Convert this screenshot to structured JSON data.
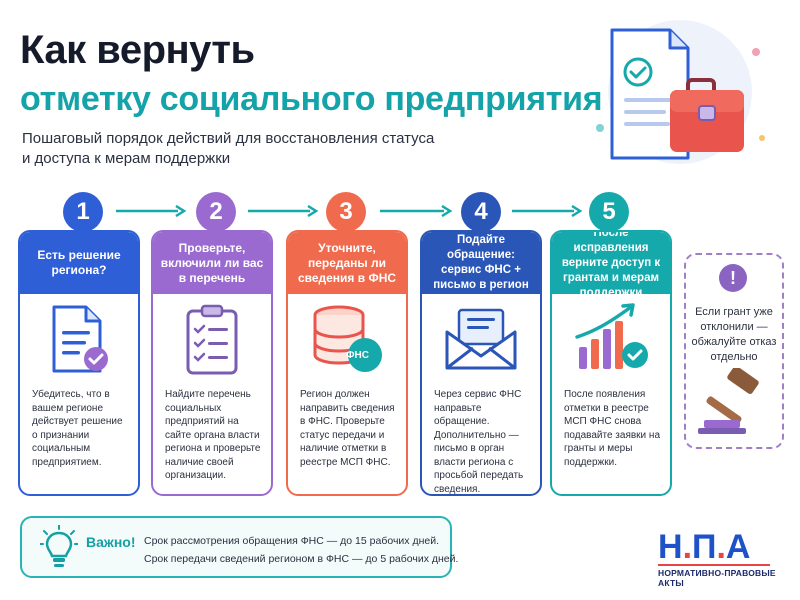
{
  "header": {
    "title_line1": "Как вернуть",
    "title_line2": "отметку социального предприятия",
    "subtitle": "Пошаговый порядок действий для восстановления статуса и доступа к мерам поддержки"
  },
  "colors": {
    "step1": "#2f5fd6",
    "step2": "#9b6ad1",
    "step3": "#f06a4e",
    "step4": "#2a56b8",
    "step5": "#16a9ac",
    "accent_teal": "#14a3a8",
    "logo_blue": "#1e52c8",
    "logo_red": "#e84444"
  },
  "steps": [
    {
      "number": "1",
      "title": "Есть решение региона?",
      "text": "Убедитесь, что в вашем регионе действует решение о признании социальным предприятием.",
      "icon": "document-check-icon"
    },
    {
      "number": "2",
      "title": "Проверьте, включили ли вас в перечень",
      "text": "Найдите перечень социальных предприятий на сайте органа власти региона и проверьте наличие своей организации.",
      "icon": "clipboard-checklist-icon"
    },
    {
      "number": "3",
      "title": "Уточните, переданы ли сведения в ФНС",
      "text": "Регион должен направить сведения в ФНС. Проверьте статус передачи и наличие отметки в реестре МСП ФНС.",
      "icon": "database-icon",
      "icon_badge": "ФНС"
    },
    {
      "number": "4",
      "title": "Подайте обращение: сервис ФНС + письмо в регион",
      "text": "Через сервис ФНС направьте обращение. Дополнительно — письмо в орган власти региона с просьбой передать сведения.",
      "icon": "envelope-letter-icon"
    },
    {
      "number": "5",
      "title": "После исправления верните доступ к грантам и мерам поддержки",
      "text": "После появления отметки в реестре МСП ФНС снова подавайте заявки на гранты и меры поддержки.",
      "icon": "growth-chart-icon"
    }
  ],
  "side_note": {
    "icon": "exclamation-icon",
    "symbol": "!",
    "text": "Если грант уже отклонили — обжалуйте отказ отдельно",
    "image_icon": "gavel-icon"
  },
  "notice": {
    "icon": "lightbulb-icon",
    "title": "Важно!",
    "line1": "Срок рассмотрения обращения ФНС — до 15 рабочих дней.",
    "line2": "Срок передачи сведений регионом в ФНС — до 5 рабочих дней."
  },
  "logo": {
    "letters": [
      "Н",
      ".",
      "П",
      ".",
      "А"
    ],
    "caption": "НОРМАТИВНО-ПРАВОВЫЕ АКТЫ"
  }
}
